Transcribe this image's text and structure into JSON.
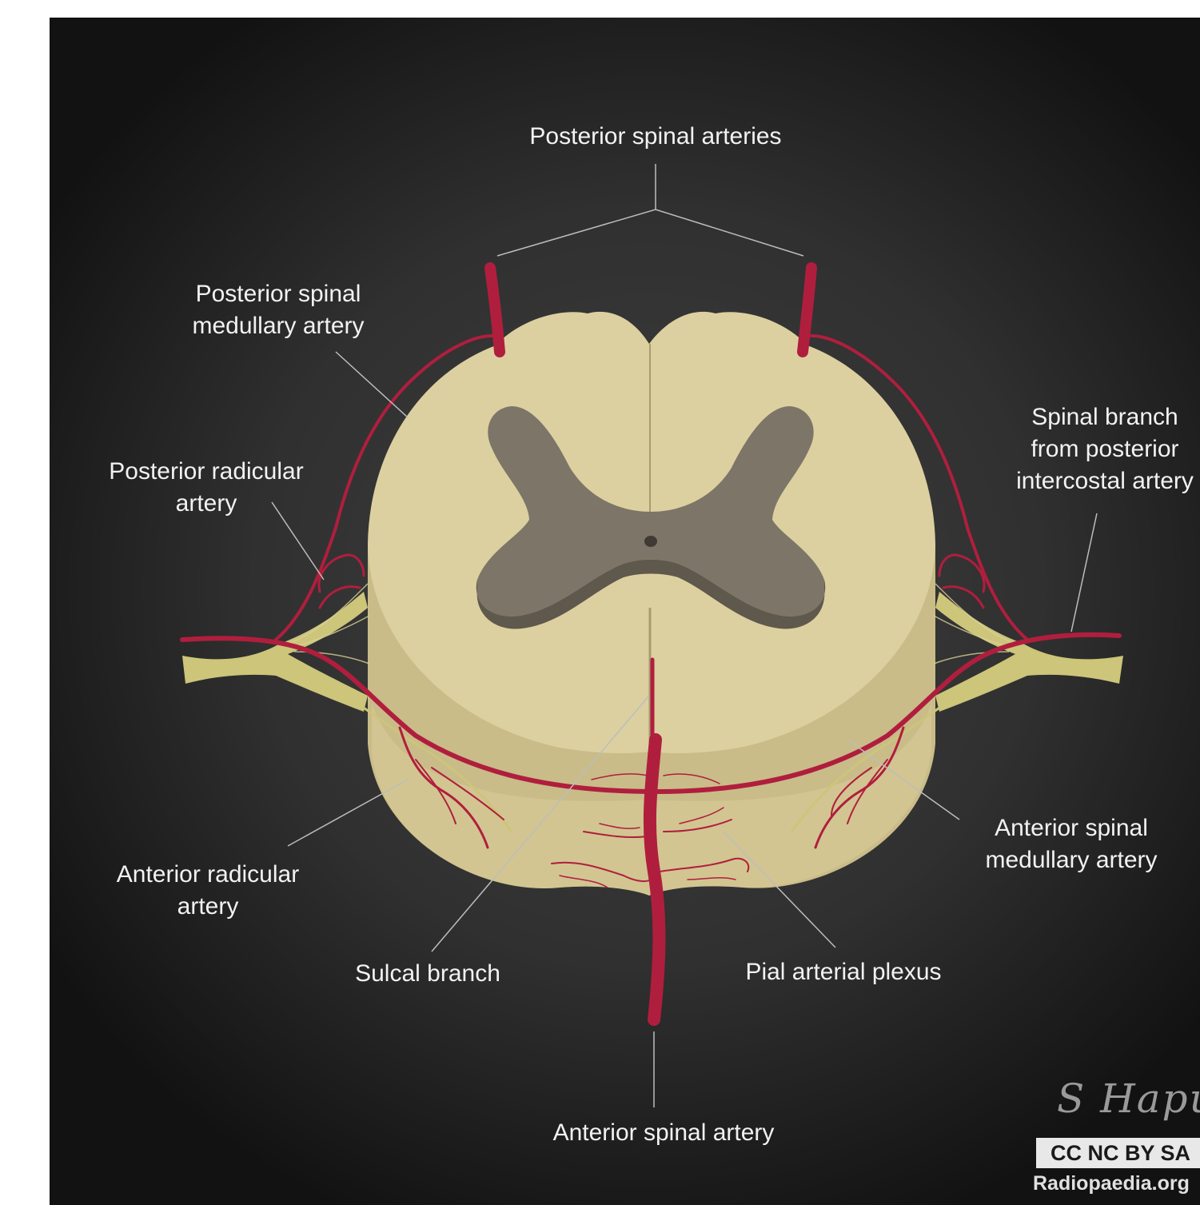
{
  "labels": {
    "posterior_spinal_arteries": "Posterior spinal arteries",
    "posterior_spinal_medullary_artery": [
      "Posterior spinal",
      "medullary artery"
    ],
    "posterior_radicular_artery": [
      "Posterior radicular",
      "artery"
    ],
    "spinal_branch": [
      "Spinal branch",
      "from posterior",
      "intercostal artery"
    ],
    "anterior_radicular_artery": [
      "Anterior radicular",
      "artery"
    ],
    "anterior_spinal_medullary_artery": [
      "Anterior spinal",
      "medullary artery"
    ],
    "sulcal_branch": "Sulcal branch",
    "pial_arterial_plexus": "Pial arterial plexus",
    "anterior_spinal_artery": "Anterior spinal artery"
  },
  "credit": {
    "signature": "S Hapu",
    "license": "CC NC BY SA",
    "site": "Radiopaedia.org"
  },
  "colors": {
    "background": "#303030",
    "white_matter": "#dcd0a0",
    "white_matter_shade": "#c9bc88",
    "grey_matter": "#7d7568",
    "artery": "#b01e3e",
    "nerve": "#ccc57a",
    "leader_line": "#bdbdbd"
  }
}
